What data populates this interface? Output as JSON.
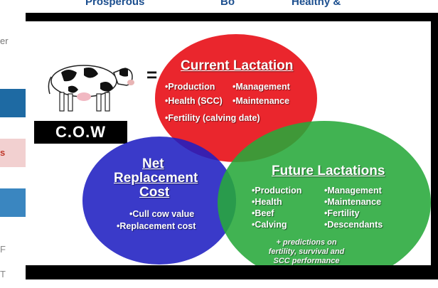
{
  "background": {
    "header_fragments": [
      "Prosperous",
      "Bo",
      "Healthy &"
    ],
    "side_fragments": [
      "er",
      "s",
      "F",
      "T"
    ],
    "strip_colors": [
      "#1e6aa3",
      "#f2d0d0",
      "#3a86c0"
    ]
  },
  "diagram": {
    "cow_label": "C.O.W",
    "equals": "=",
    "current_lactation": {
      "title": "Current Lactation",
      "items": [
        "•Production",
        "•Management",
        "•Health (SCC)",
        "•Maintenance",
        "•Fertility (calving date)"
      ],
      "color": "#e8141b"
    },
    "net_replacement_cost": {
      "title_lines": [
        "Net",
        "Replacement",
        "Cost"
      ],
      "items": [
        "•Cull cow value",
        "•Replacement cost"
      ],
      "color": "#1f1fc2"
    },
    "future_lactations": {
      "title": "Future Lactations",
      "items": [
        "•Production",
        "•Management",
        "•Health",
        "•Maintenance",
        "•Beef",
        "•Fertility",
        "•Calving",
        "•Descendants"
      ],
      "note_lines": [
        "+ predictions on",
        "fertility, survival and",
        "SCC performance"
      ],
      "color": "#27a83a"
    }
  }
}
